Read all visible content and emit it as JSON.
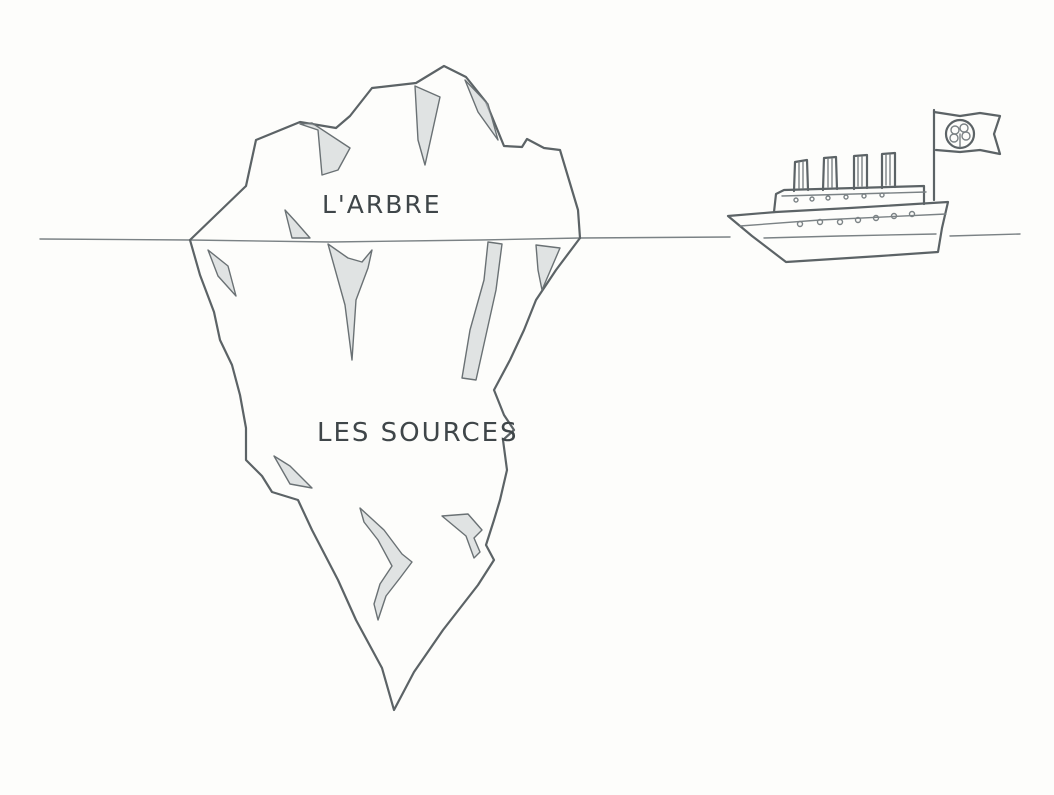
{
  "iceberg": {
    "above_label": "L'ARBRE",
    "below_label": "LES SOURCES"
  },
  "ship": {
    "flag_icon": "tree-icon",
    "funnels": 4
  },
  "colors": {
    "pencil": "#5c6366",
    "paper": "#fdfdfb"
  }
}
